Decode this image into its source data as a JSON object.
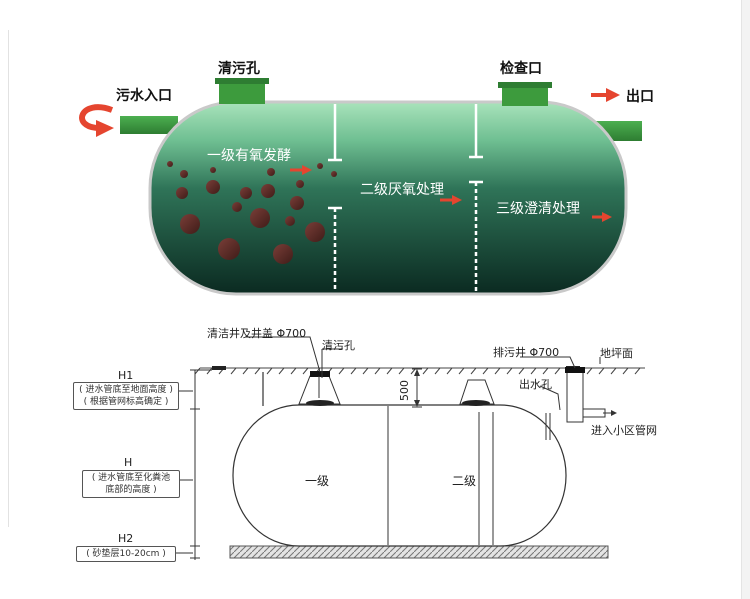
{
  "top_diagram": {
    "cleanout_label": "清污孔",
    "inspection_label": "检查口",
    "inlet_label": "污水入口",
    "outlet_label": "出口",
    "stage1_label": "一级有氧发酵",
    "stage2_label": "二级厌氧处理",
    "stage3_label": "三级澄清处理",
    "colors": {
      "tank_top": "#8cd7a6",
      "tank_bottom": "#0c2a22",
      "pipe": "#3c9a3c",
      "arrow": "#e5452f"
    }
  },
  "bottom_diagram": {
    "well_cover_label": "清洁井及井盖 Φ700",
    "cleanout_label": "清污孔",
    "drain_well_label": "排污井 Φ700",
    "ground_label": "地坪面",
    "outlet_label": "出水孔",
    "network_label": "进入小区管网",
    "depth_label": "500",
    "chamber1_label": "一级",
    "chamber2_label": "二级",
    "h1": {
      "title": "H1",
      "note_line1": "( 进水管底至地面高度 )",
      "note_line2": "( 根据管网标高确定 )"
    },
    "h": {
      "title": "H",
      "note_line1": "( 进水管底至化粪池",
      "note_line2": "底部的高度 )"
    },
    "h2": {
      "title": "H2",
      "note_line1": "( 砂垫层10-20cm )"
    }
  }
}
